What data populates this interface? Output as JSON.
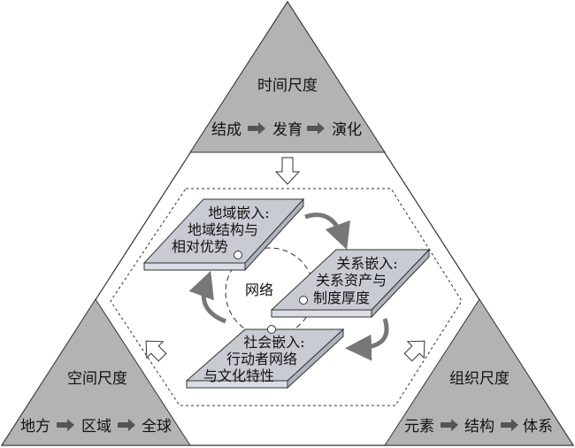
{
  "time_scale": {
    "title": "时间尺度",
    "steps": [
      "结成",
      "发育",
      "演化"
    ]
  },
  "space_scale": {
    "title": "空间尺度",
    "steps": [
      "地方",
      "区域",
      "全球"
    ]
  },
  "org_scale": {
    "title": "组织尺度",
    "steps": [
      "元素",
      "结构",
      "体系"
    ]
  },
  "center_label": "网络",
  "planes": [
    {
      "lines": [
        "地域嵌入:",
        "地域结构与",
        "相对优势"
      ]
    },
    {
      "lines": [
        "关系嵌入:",
        "关系资产与",
        "制度厚度"
      ]
    },
    {
      "lines": [
        "社会嵌入:",
        "行动者网络",
        "与文化特性"
      ]
    }
  ]
}
